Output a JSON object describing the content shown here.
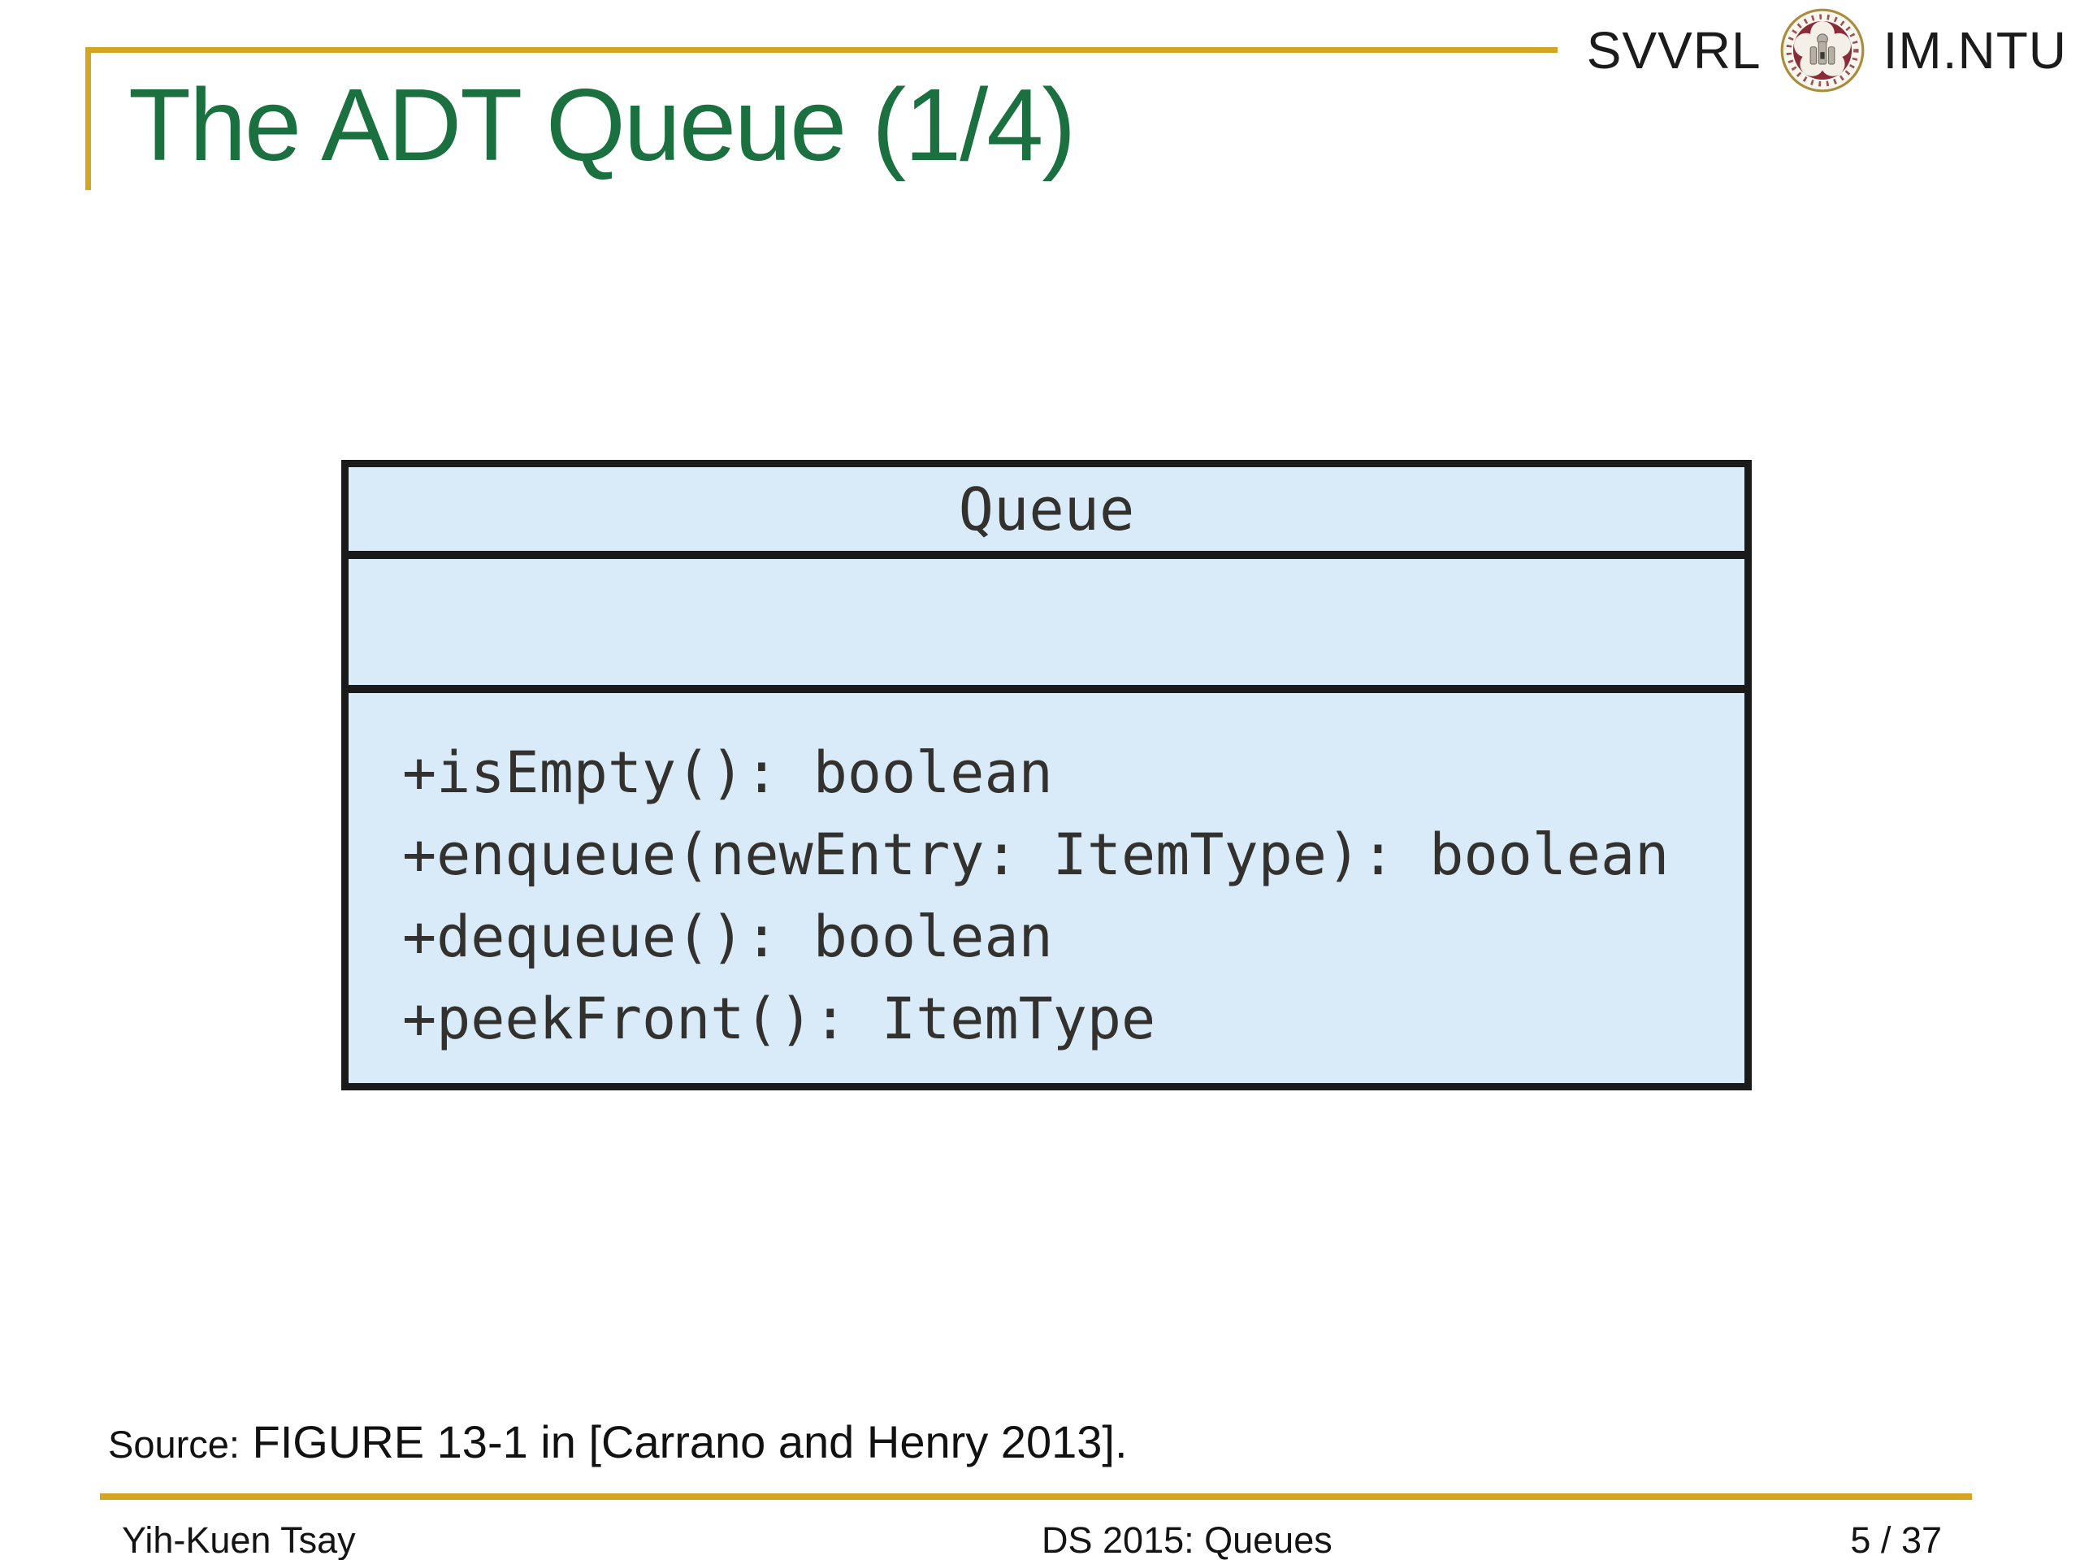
{
  "brand": {
    "left_label": "SVVRL",
    "right_label": "IM.NTU",
    "logo": "ntu-seal-icon"
  },
  "title": "The ADT Queue (1/4)",
  "uml": {
    "class_name": "Queue",
    "attributes": "",
    "methods": [
      "+isEmpty(): boolean",
      "+enqueue(newEntry: ItemType): boolean",
      "+dequeue(): boolean",
      "+peekFront(): ItemType"
    ]
  },
  "source": {
    "prefix": "Source:",
    "text": " FIGURE 13-1 in [Carrano and Henry 2013]."
  },
  "footer": {
    "author": "Yih-Kuen Tsay",
    "course": "DS 2015: Queues",
    "page": "5 / 37"
  },
  "colors": {
    "accent_gold": "#D5A521",
    "title_green": "#1B7040",
    "uml_box_background": "#D9EBF9",
    "uml_box_border": "#1A1A1A",
    "seal_maroon": "#8A2B38",
    "text": "#141414"
  }
}
